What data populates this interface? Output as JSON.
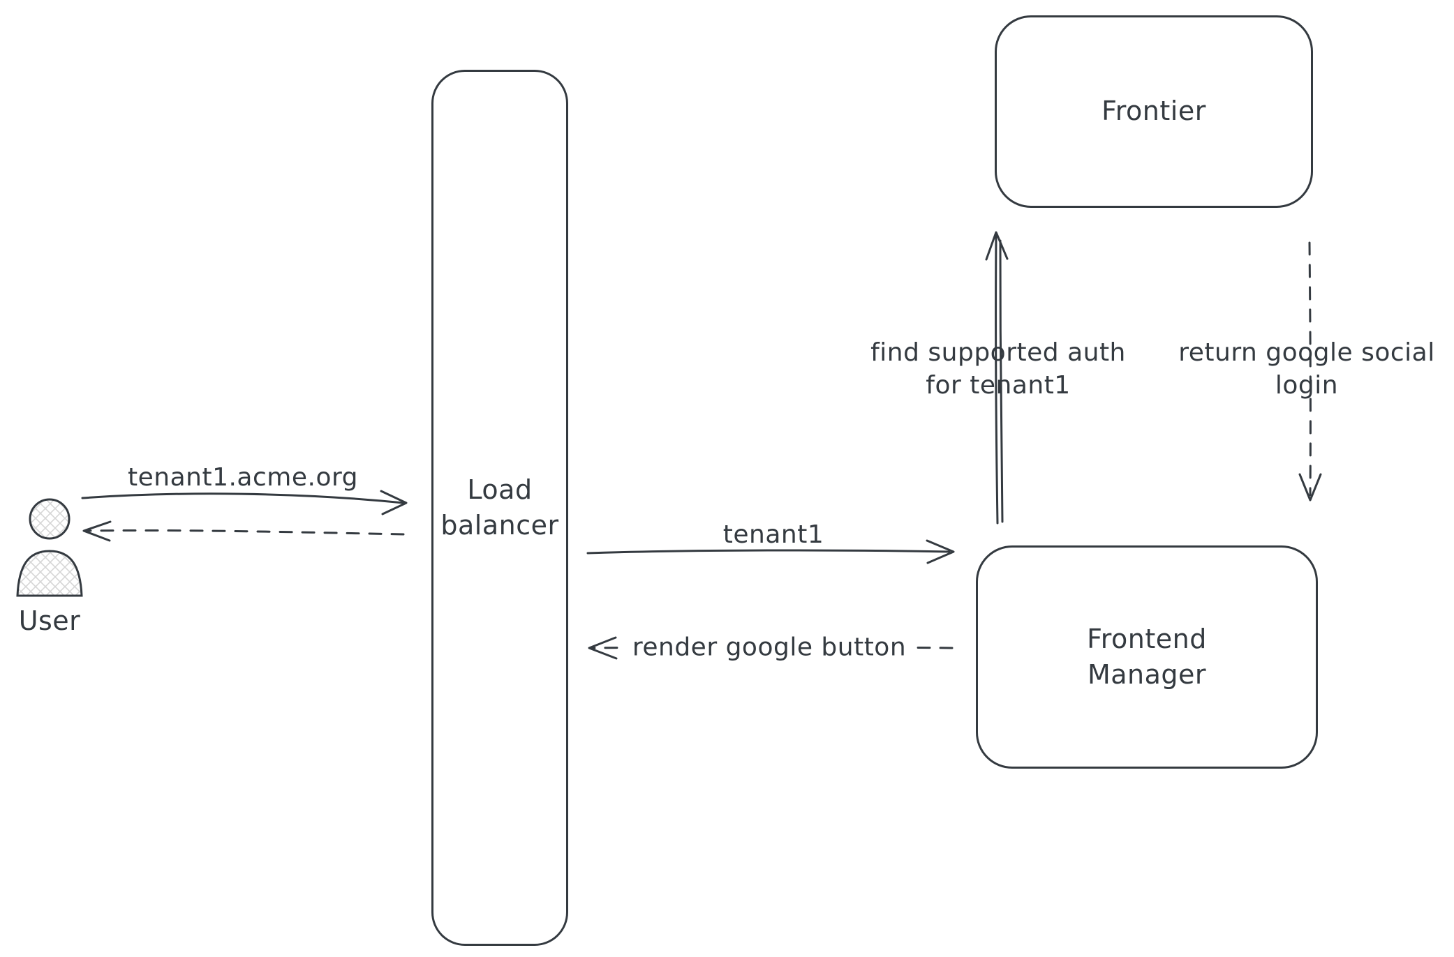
{
  "colors": {
    "stroke": "#343a40",
    "hatch": "#d6d6d6",
    "background": "#ffffff"
  },
  "nodes": {
    "user": {
      "label": "User",
      "icon": "person-icon"
    },
    "load_balancer": {
      "label_lines": [
        "Load",
        "balancer"
      ]
    },
    "frontier": {
      "label": "Frontier"
    },
    "frontend_manager": {
      "label_lines": [
        "Frontend",
        "Manager"
      ]
    }
  },
  "edges": {
    "request": {
      "label": "tenant1.acme.org",
      "from": "user",
      "to": "load_balancer",
      "style": "solid"
    },
    "response": {
      "from": "load_balancer",
      "to": "user",
      "style": "dashed"
    },
    "tenant1": {
      "label": "tenant1",
      "from": "load_balancer",
      "to": "frontend_manager",
      "style": "solid"
    },
    "render_google_button": {
      "label": "render google button",
      "from": "frontend_manager",
      "to": "load_balancer",
      "style": "dashed"
    },
    "find_supported_auth": {
      "label_lines": [
        "find supported auth",
        "for tenant1"
      ],
      "from": "frontend_manager",
      "to": "frontier",
      "style": "solid"
    },
    "return_google_social_login": {
      "label_lines": [
        "return google social",
        "login"
      ],
      "from": "frontier",
      "to": "frontend_manager",
      "style": "dashed"
    }
  }
}
